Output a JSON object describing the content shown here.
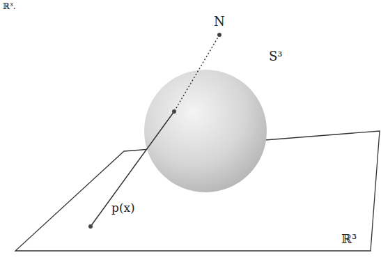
{
  "diagram": {
    "labels": [
      "ℝ³.",
      "N",
      "S³",
      "p(x)",
      "ℝ³"
    ]
  }
}
